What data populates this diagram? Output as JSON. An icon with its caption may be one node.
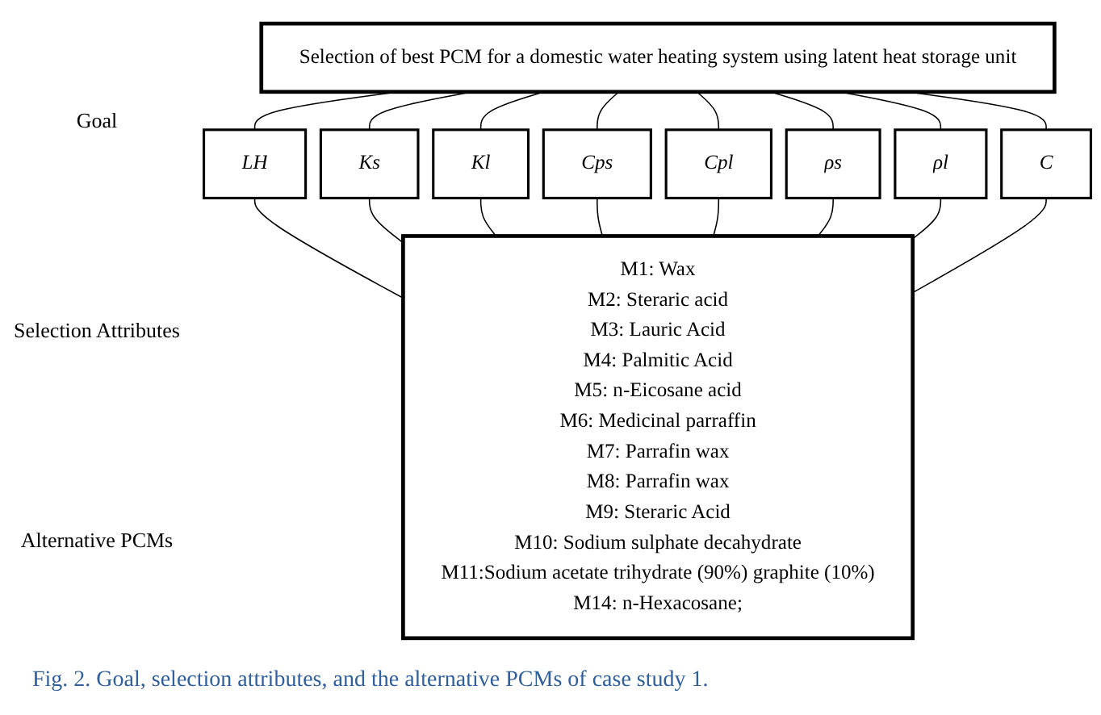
{
  "diagram": {
    "caption": "Fig. 2. Goal, selection attributes, and the alternative PCMs of case study 1.",
    "nodes": [
      {
        "text": [
          "Selection of best PCM for a domestic water heating system using latent heat storage unit"
        ]
      },
      {
        "text": [
          "LH"
        ]
      },
      {
        "text": [
          "Ks"
        ]
      },
      {
        "text": [
          "Kl"
        ]
      },
      {
        "text": [
          "Cps"
        ]
      },
      {
        "text": [
          "Cpl"
        ]
      },
      {
        "text": [
          "ρs"
        ]
      },
      {
        "text": [
          "ρl"
        ]
      },
      {
        "text": [
          "C"
        ]
      },
      {
        "text": [
          "M1: Wax",
          "M2: Steraric acid",
          "M3: Lauric Acid",
          "M4: Palmitic Acid",
          "M5: n-Eicosane acid",
          "M6: Medicinal parraffin",
          "M7: Parrafin wax",
          "M8: Parrafin wax",
          "M9: Steraric Acid",
          "M10: Sodium sulphate decahydrate",
          "M11:Sodium acetate trihydrate (90%) graphite (10%)",
          "M14: n-Hexacosane;"
        ]
      }
    ],
    "edges": [
      {
        "from": 0,
        "to": 1,
        "arrow": "none"
      },
      {
        "from": 0,
        "to": 2,
        "arrow": "none"
      },
      {
        "from": 0,
        "to": 3,
        "arrow": "none"
      },
      {
        "from": 0,
        "to": 4,
        "arrow": "none"
      },
      {
        "from": 0,
        "to": 5,
        "arrow": "none"
      },
      {
        "from": 0,
        "to": 6,
        "arrow": "none"
      },
      {
        "from": 0,
        "to": 7,
        "arrow": "none"
      },
      {
        "from": 0,
        "to": 8,
        "arrow": "none"
      },
      {
        "from": 1,
        "to": 9,
        "arrow": "none"
      },
      {
        "from": 2,
        "to": 9,
        "arrow": "none"
      },
      {
        "from": 3,
        "to": 9,
        "arrow": "none"
      },
      {
        "from": 4,
        "to": 9,
        "arrow": "none"
      },
      {
        "from": 5,
        "to": 9,
        "arrow": "none"
      },
      {
        "from": 6,
        "to": 9,
        "arrow": "none"
      },
      {
        "from": 7,
        "to": 9,
        "arrow": "none"
      },
      {
        "from": 8,
        "to": 9,
        "arrow": "none"
      }
    ],
    "labels": [
      "Goal",
      "Selection Attributes",
      "Alternative PCMs"
    ]
  }
}
